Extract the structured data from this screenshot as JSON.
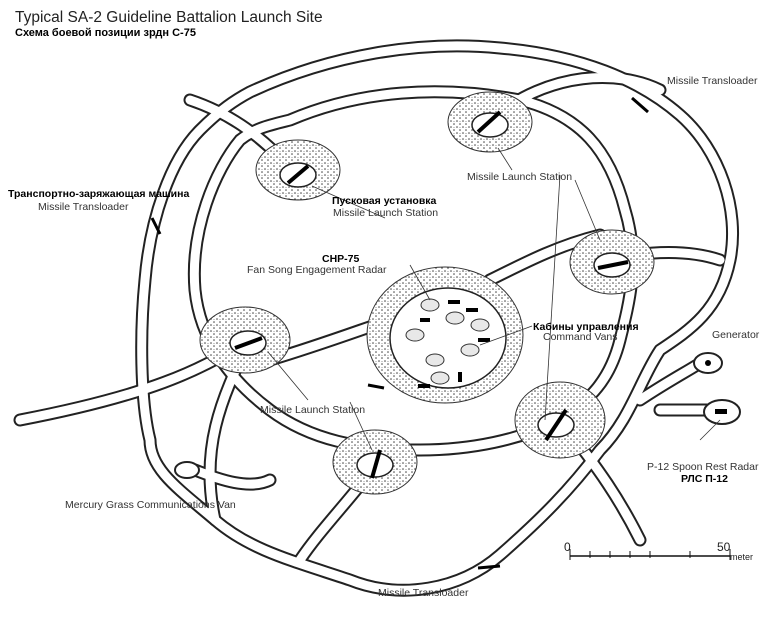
{
  "title": "Typical SA-2 Guideline Battalion Launch Site",
  "subtitle": "Схема боевой позиции зрдн С-75",
  "labels": {
    "transloader_ne": "Missile Transloader",
    "transloader_w_ru": "Транспортно-заряжающая машина",
    "transloader_w": "Missile Transloader",
    "transloader_s": "Missile Transloader",
    "launch_station_n": "Missile Launch Station",
    "launcher_ru": "Пусковая установка",
    "launch_station_nw": "Missile Launch Station",
    "launch_station_sw": "Missile Launch Station",
    "radar_ru": "СНР-75",
    "radar": "Fan Song Engagement Radar",
    "command_ru": "Кабины управления",
    "command": "Command Vans",
    "generator": "Generator",
    "p12": "P-12 Spoon Rest Radar",
    "p12_ru": "РЛС П-12",
    "mercury": "Mercury Grass Communications Van"
  },
  "scale": {
    "start": "0",
    "end": "50",
    "unit": "meter"
  }
}
